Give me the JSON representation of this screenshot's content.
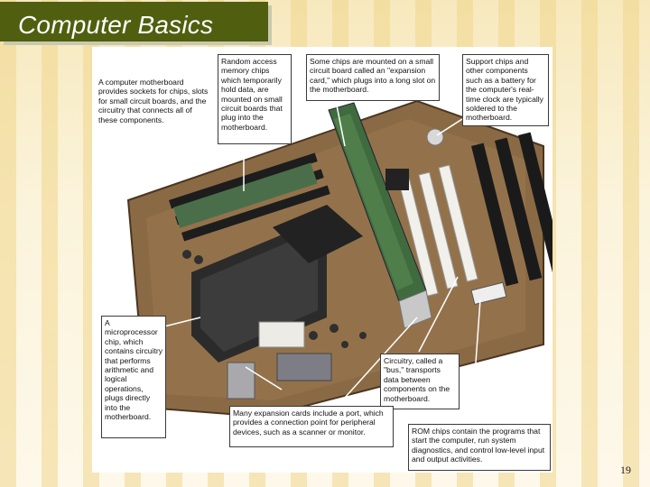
{
  "slide": {
    "title": "Computer Basics",
    "page_number": "19"
  },
  "callouts": {
    "motherboard": "A computer motherboard provides sockets for chips, slots for small circuit boards, and the circuitry that connects all of these components.",
    "ram": "Random access memory chips which temporarily hold data, are mounted on small circuit boards that plug into the motherboard.",
    "expansion": "Some chips are mounted on a small circuit board called an \"expansion card,\" which plugs into a long slot on the motherboard.",
    "support": "Support chips and other components such as a battery for the computer's real-time clock are typically soldered to the motherboard.",
    "microprocessor": "A microprocessor chip, which contains circuitry that performs arithmetic and logical operations, plugs directly into the motherboard.",
    "bus": "Circuitry, called a \"bus,\" transports data between components on the motherboard.",
    "port": "Many expansion cards include a port, which provides a connection point for peripheral devices, such as a scanner or monitor.",
    "rom": "ROM chips contain the programs that start the computer, run system diagnostics, and control low-level input and output activities."
  },
  "colors": {
    "title_bg": "#4f5f0f",
    "board_green": "#3d5a3a",
    "board_brown": "#7a5a3a"
  }
}
